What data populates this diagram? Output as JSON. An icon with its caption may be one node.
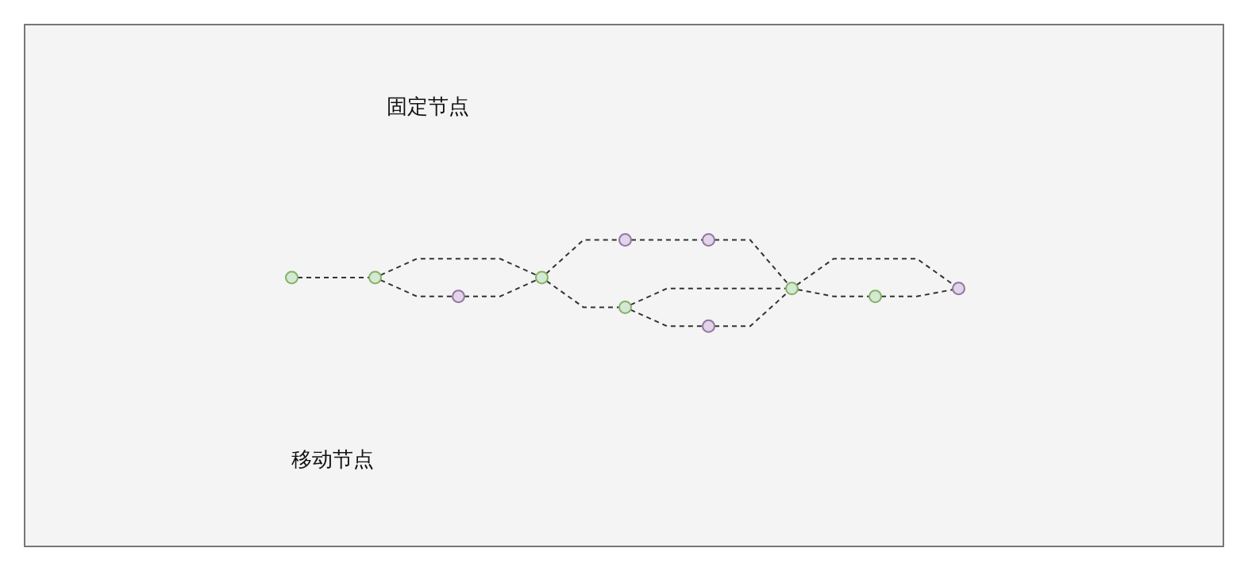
{
  "diagram": {
    "nodes": [
      {
        "text": [],
        "shape": "circle"
      },
      {
        "text": [],
        "shape": "circle"
      },
      {
        "text": [],
        "shape": "circle"
      },
      {
        "text": [],
        "shape": "circle"
      },
      {
        "text": [],
        "shape": "circle"
      },
      {
        "text": [],
        "shape": "circle"
      },
      {
        "text": [],
        "shape": "circle"
      },
      {
        "text": [],
        "shape": "circle"
      },
      {
        "text": [],
        "shape": "circle"
      },
      {
        "text": [],
        "shape": "circle"
      },
      {
        "text": [],
        "shape": "circle"
      }
    ],
    "edges": [
      {
        "from": 0,
        "to": 1,
        "arrow": "none",
        "style": "dashed"
      },
      {
        "from": 1,
        "to": 3,
        "arrow": "none",
        "style": "dashed"
      },
      {
        "from": 1,
        "to": 2,
        "arrow": "none",
        "style": "dashed"
      },
      {
        "from": 2,
        "to": 3,
        "arrow": "none",
        "style": "dashed"
      },
      {
        "from": 3,
        "to": 4,
        "arrow": "none",
        "style": "dashed"
      },
      {
        "from": 3,
        "to": 5,
        "arrow": "none",
        "style": "dashed"
      },
      {
        "from": 4,
        "to": 7,
        "arrow": "none",
        "style": "dashed"
      },
      {
        "from": 7,
        "to": 8,
        "arrow": "none",
        "style": "dashed"
      },
      {
        "from": 5,
        "to": 8,
        "arrow": "none",
        "style": "dashed"
      },
      {
        "from": 5,
        "to": 6,
        "arrow": "none",
        "style": "dashed"
      },
      {
        "from": 6,
        "to": 8,
        "arrow": "none",
        "style": "dashed"
      },
      {
        "from": 8,
        "to": 9,
        "arrow": "none",
        "style": "dashed"
      },
      {
        "from": 8,
        "to": 10,
        "arrow": "none",
        "style": "dashed"
      },
      {
        "from": 9,
        "to": 10,
        "arrow": "none",
        "style": "dashed"
      }
    ],
    "labels": [
      "固定节点",
      "移动节点"
    ]
  }
}
